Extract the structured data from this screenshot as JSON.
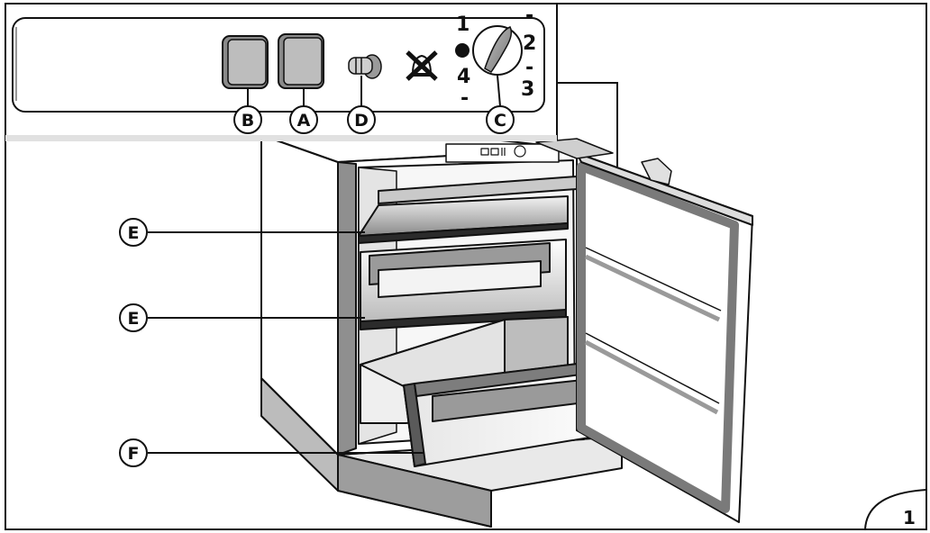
{
  "figure_number": "1",
  "callouts": {
    "b": "B",
    "a": "A",
    "d": "D",
    "c": "C",
    "e1": "E",
    "e2": "E",
    "f": "F"
  },
  "dial": {
    "n1": "1",
    "n2": "2",
    "n3": "3",
    "n4": "4",
    "dash": "-"
  },
  "icons": {
    "button_b": "rocker-switch-icon",
    "button_a": "rocker-switch-icon",
    "light": "light-bulb-icon",
    "alarm_off": "crossed-bell-icon",
    "thermostat": "thermostat-knob-icon",
    "indicator": "indicator-dot-icon"
  },
  "colors": {
    "line": "#111111",
    "panel_fill": "#ffffff",
    "light_gray": "#d9d9d9",
    "mid_gray": "#a6a6a6",
    "dark_gray": "#7a7a7a",
    "door_gasket": "#8c8c8c"
  }
}
